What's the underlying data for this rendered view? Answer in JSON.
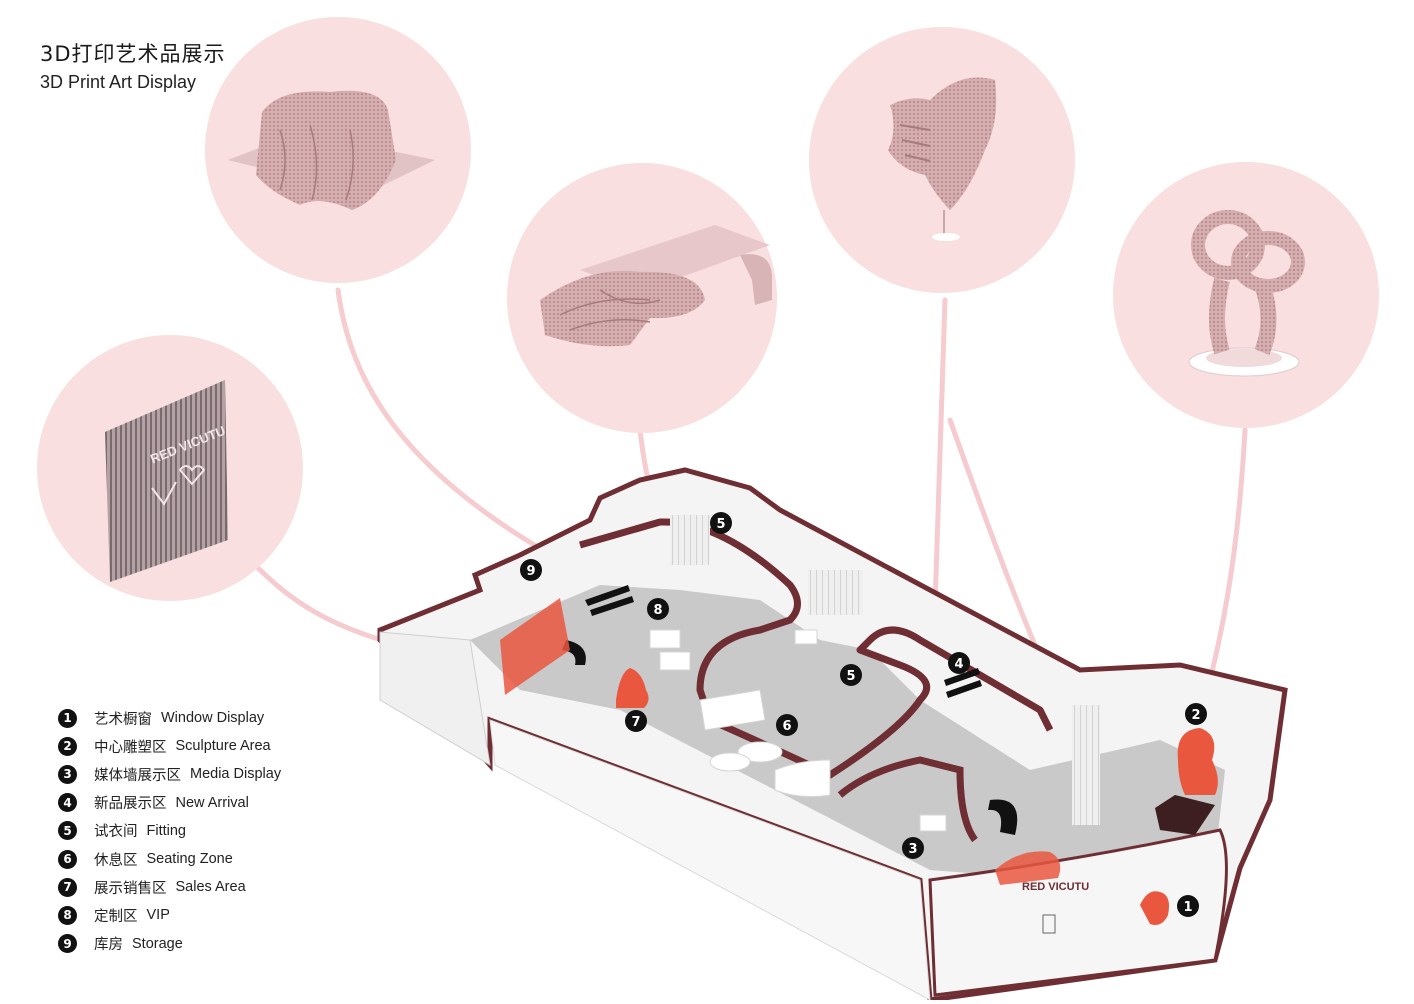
{
  "title": {
    "zh": "3D打印艺术品展示",
    "en": "3D Print Art Display"
  },
  "legend": [
    {
      "num": "1",
      "zh": "艺术橱窗",
      "en": "Window Display"
    },
    {
      "num": "2",
      "zh": "中心雕塑区",
      "en": "Sculpture Area"
    },
    {
      "num": "3",
      "zh": "媒体墙展示区",
      "en": "Media Display"
    },
    {
      "num": "4",
      "zh": "新品展示区",
      "en": "New Arrival"
    },
    {
      "num": "5",
      "zh": "试衣间",
      "en": "Fitting"
    },
    {
      "num": "6",
      "zh": "休息区",
      "en": "Seating Zone"
    },
    {
      "num": "7",
      "zh": "展示销售区",
      "en": "Sales Area"
    },
    {
      "num": "8",
      "zh": "定制区",
      "en": "VIP"
    },
    {
      "num": "9",
      "zh": "库房",
      "en": "Storage"
    }
  ],
  "plan_markers": [
    "1",
    "2",
    "3",
    "4",
    "5",
    "5",
    "6",
    "7",
    "8",
    "9"
  ],
  "logo_text": {
    "storefront": "RED VICUTU",
    "curtain_art": "RED VICUTU"
  },
  "colors": {
    "bubble": "#f9dfe0",
    "connector": "#f6c9cd",
    "wall_top": "#6e2e33",
    "floor": "#c9c9c9",
    "wall_face": "#f4f4f4",
    "accent": "#e9573f",
    "marker": "#111111"
  }
}
